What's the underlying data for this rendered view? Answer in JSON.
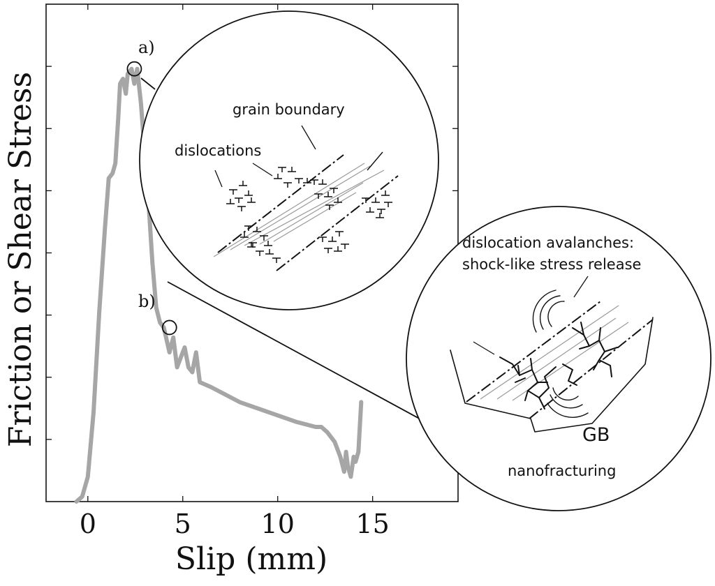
{
  "chart_data": {
    "type": "line",
    "xlabel": "Slip (mm)",
    "ylabel": "Friction or Shear Stress",
    "xlim": [
      -2.2,
      19.5
    ],
    "ylim": [
      0,
      1
    ],
    "x_ticks": [
      0,
      5,
      10,
      15
    ],
    "x_tick_labels": [
      "0",
      "5",
      "10",
      "15"
    ],
    "y_tick_labels_shown": false,
    "grid": false,
    "legend": "none",
    "series": [
      {
        "color": "#a6a6a6",
        "x": [
          -0.6,
          -0.3,
          0.0,
          0.3,
          0.6,
          0.9,
          1.1,
          1.3,
          1.45,
          1.6,
          1.7,
          1.85,
          2.0,
          2.1,
          2.3,
          2.45,
          2.6,
          2.8,
          3.0,
          3.2,
          3.4,
          3.6,
          3.8,
          4.0,
          4.3,
          4.5,
          4.7,
          4.9,
          5.1,
          5.3,
          5.5,
          5.7,
          5.9,
          6.5,
          8.0,
          9.5,
          11.0,
          12.0,
          12.3,
          12.6,
          13.0,
          13.3,
          13.5,
          13.6,
          13.7,
          13.85,
          14.0,
          14.1,
          14.25,
          14.4
        ],
        "y": [
          0.0,
          0.01,
          0.05,
          0.18,
          0.38,
          0.55,
          0.65,
          0.66,
          0.68,
          0.77,
          0.84,
          0.85,
          0.82,
          0.86,
          0.87,
          0.84,
          0.87,
          0.8,
          0.7,
          0.6,
          0.48,
          0.39,
          0.36,
          0.35,
          0.3,
          0.33,
          0.27,
          0.29,
          0.31,
          0.27,
          0.26,
          0.3,
          0.24,
          0.23,
          0.2,
          0.18,
          0.16,
          0.15,
          0.15,
          0.14,
          0.12,
          0.09,
          0.06,
          0.1,
          0.07,
          0.05,
          0.09,
          0.08,
          0.1,
          0.2
        ]
      }
    ],
    "annotations": [
      "a)",
      "b)"
    ],
    "markers": [
      {
        "label": "a)",
        "x": 2.45,
        "y": 0.87
      },
      {
        "label": "b)",
        "x": 4.3,
        "y": 0.35
      }
    ]
  },
  "insets": {
    "a": {
      "grain_boundary_label": "grain boundary",
      "dislocations_label": "dislocations"
    },
    "b": {
      "avalanche_line1": "dislocation avalanches:",
      "avalanche_line2": "shock-like stress release",
      "gb_label": "GB",
      "nanofracturing_label": "nanofracturing"
    }
  }
}
